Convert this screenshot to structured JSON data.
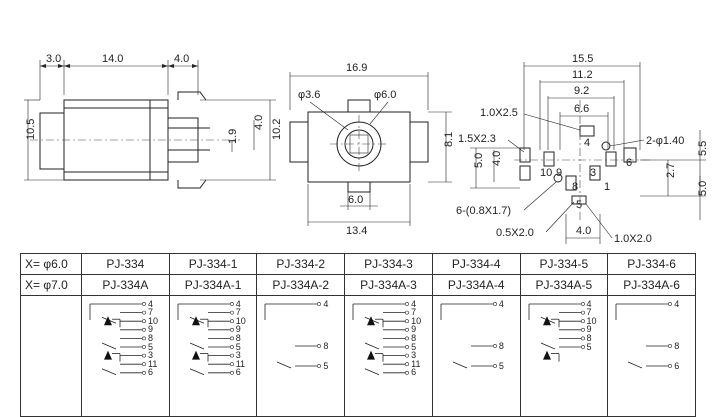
{
  "dims": {
    "side": {
      "d1": "3.0",
      "d2": "14.0",
      "d3": "4.0",
      "height": "10.5",
      "inner": "10.2",
      "h1": "4.0",
      "h2": "1.9"
    },
    "front": {
      "width_top": "16.9",
      "phi_small": "φ3.6",
      "phi_large": "φ6.0",
      "height": "8.1",
      "slot": "6.0",
      "width_bottom": "13.4"
    },
    "pcb": {
      "w1": "15.5",
      "w2": "11.2",
      "w3": "9.2",
      "w4": "6.6",
      "pad_a": "1.0X2.5",
      "pad_b": "1.5X2.3",
      "hole": "2-φ1.40",
      "left_outer": "5.0",
      "left_inner": "4.0",
      "right_a": "5.5",
      "right_b": "2.7",
      "right_c": "5.0",
      "slots": "6-(0.8X1.7)",
      "pad_c": "0.5X2.0",
      "bottom": "4.0",
      "pad_d": "1.0X2.0",
      "pin_labels": [
        "4",
        "10",
        "9",
        "3",
        "6",
        "8",
        "1",
        "5"
      ]
    }
  },
  "table": {
    "row1_label": "X= φ6.0",
    "row2_label": "X= φ7.0",
    "models_60": [
      "PJ-334",
      "PJ-334-1",
      "PJ-334-2",
      "PJ-334-3",
      "PJ-334-4",
      "PJ-334-5",
      "PJ-334-6"
    ],
    "models_70": [
      "PJ-334A",
      "PJ-334A-1",
      "PJ-334A-2",
      "PJ-334A-3",
      "PJ-334A-4",
      "PJ-334A-5",
      "PJ-334A-6"
    ],
    "schematics": [
      [
        "4",
        "7",
        "10",
        "9",
        "8",
        "5",
        "3",
        "11",
        "6"
      ],
      [
        "4",
        "7",
        "10",
        "9",
        "8",
        "5",
        "3",
        "11",
        "6"
      ],
      [
        "4",
        "8",
        "5"
      ],
      [
        "4",
        "7",
        "10",
        "9",
        "8",
        "5",
        "3",
        "11",
        "6"
      ],
      [
        "4",
        "8",
        "5"
      ],
      [
        "4",
        "7",
        "10",
        "9",
        "8",
        "5"
      ],
      [
        "4",
        "8",
        "6"
      ]
    ]
  }
}
